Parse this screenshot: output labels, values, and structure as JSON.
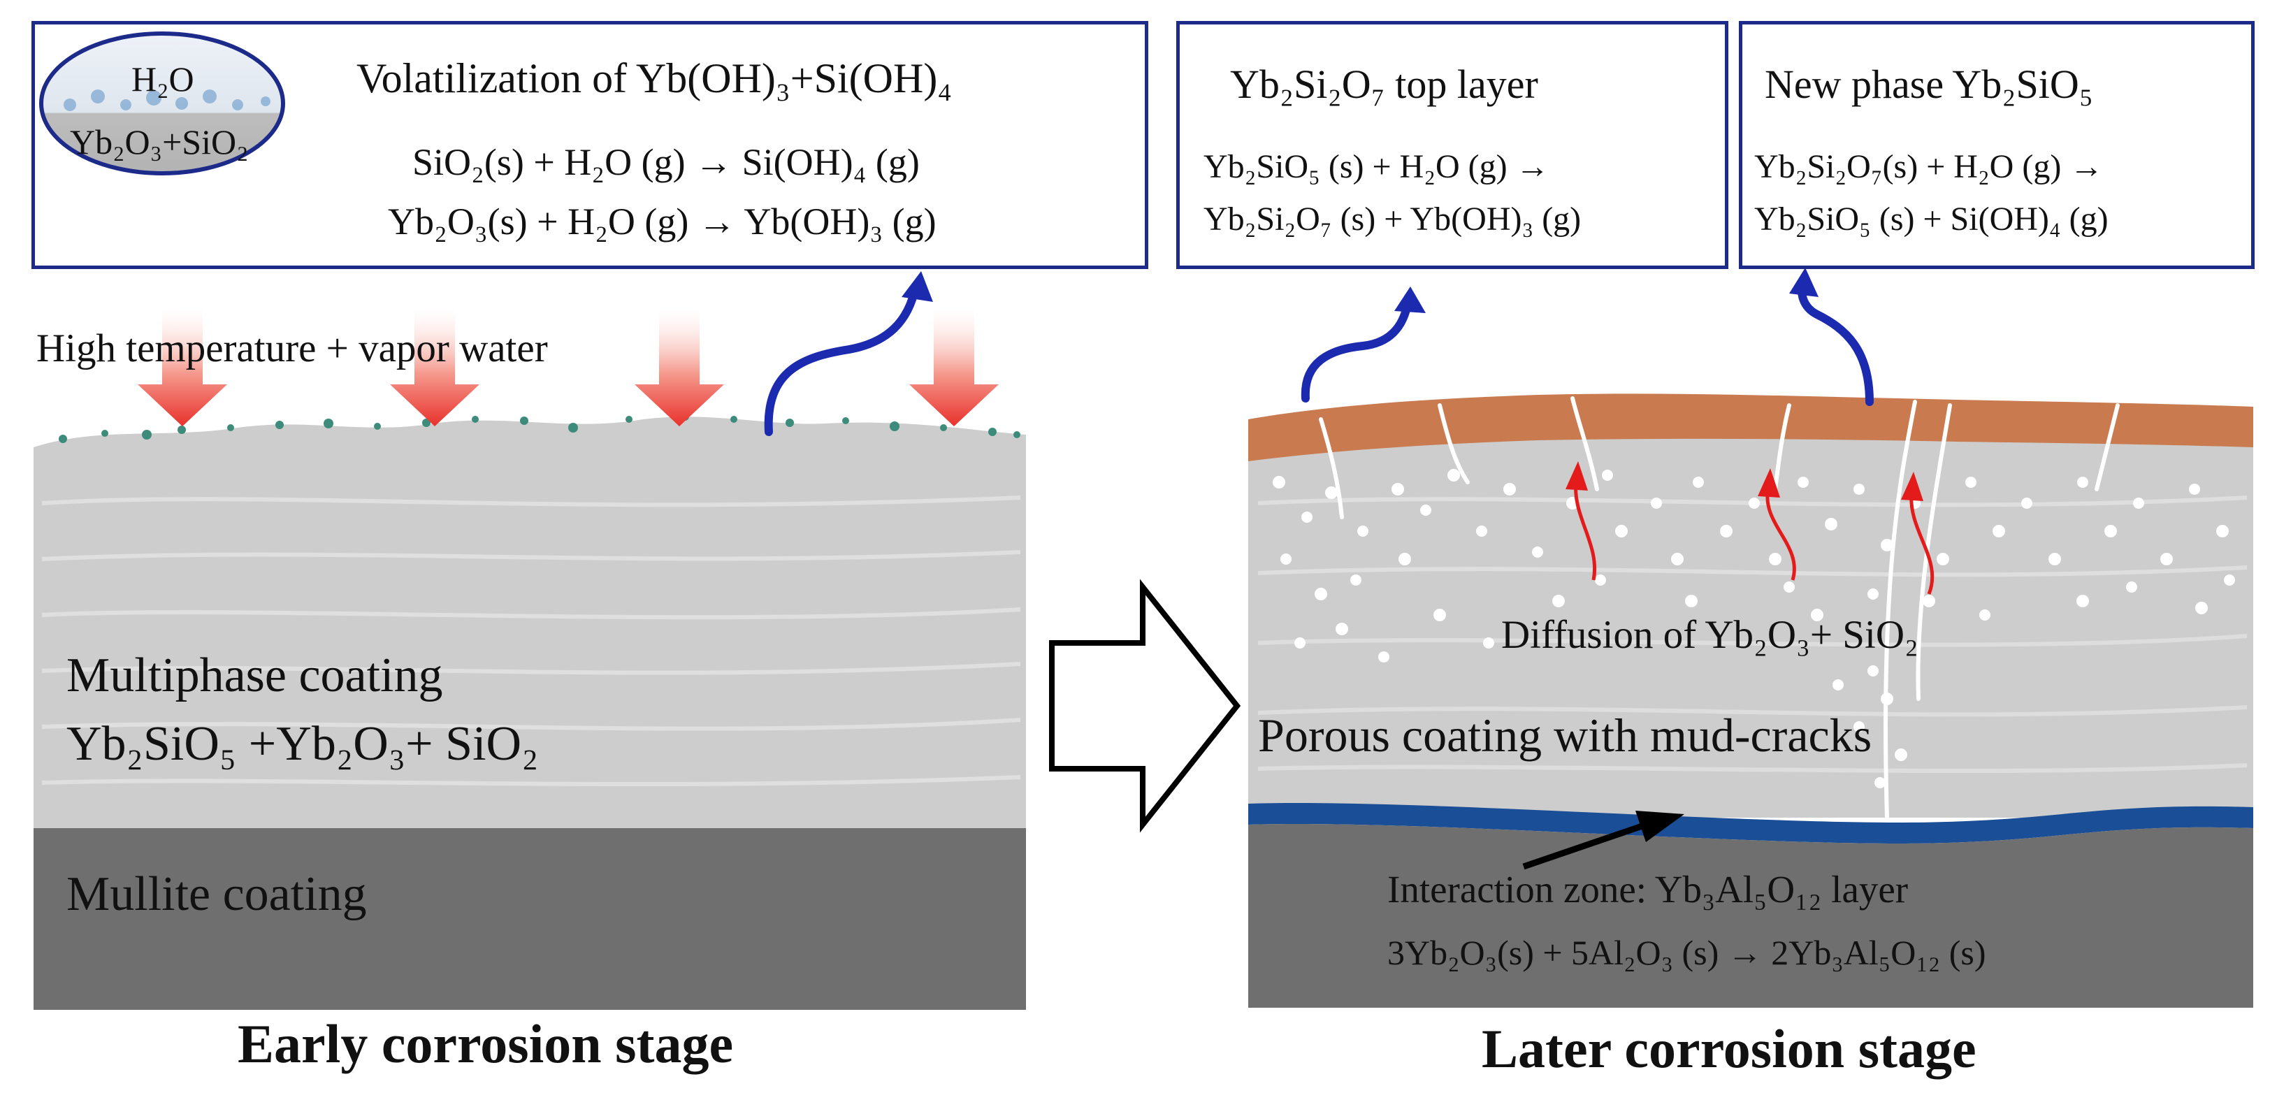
{
  "early": {
    "inset_top": "H₂O",
    "inset_bottom": "Yb₂O₃+SiO₂",
    "box_title": "Volatilization of Yb(OH)₃+Si(OH)₄",
    "eq1": "SiO₂(s) + H₂O (g) → Si(OH)₄ (g)",
    "eq2": "Yb₂O₃(s) + H₂O (g) → Yb(OH)₃ (g)",
    "env_label": "High temperature + vapor water",
    "coating_line1": "Multiphase coating",
    "coating_line2": "Yb₂SiO₅ +Yb₂O₃+ SiO₂",
    "mullite": "Mullite coating",
    "caption": "Early corrosion stage"
  },
  "later": {
    "box1_title": "Yb₂Si₂O₇ top layer",
    "box1_eq1": "Yb₂SiO₅ (s) + H₂O (g) →",
    "box1_eq2": "Yb₂Si₂O₇ (s) + Yb(OH)₃ (g)",
    "box2_title": "New phase Yb₂SiO₅",
    "box2_eq1": "Yb₂Si₂O₇(s) + H₂O (g) →",
    "box2_eq2": "Yb₂SiO₅ (s) + Si(OH)₄ (g)",
    "diffusion": "Diffusion of Yb₂O₃+ SiO₂",
    "porous": "Porous coating with mud-cracks",
    "interaction": "Interaction zone: Yb₃Al₅O₁₂ layer",
    "interaction_eq": "3Yb₂O₃(s) + 5Al₂O₃ (s) → 2Yb₃Al₅O₁₂ (s)",
    "caption": "Later corrosion stage"
  },
  "colors": {
    "box_border": "#1c2a8a",
    "vapor_arrow": "#1c2ab0",
    "down_arrow": "#ee3b3b",
    "coating_gray": "#cdcdcd",
    "mullite_gray": "#6f6f6f",
    "top_layer": "#c97a4e",
    "interaction_band": "#1a4e96",
    "diffusion_arrow": "#e31b1b"
  }
}
